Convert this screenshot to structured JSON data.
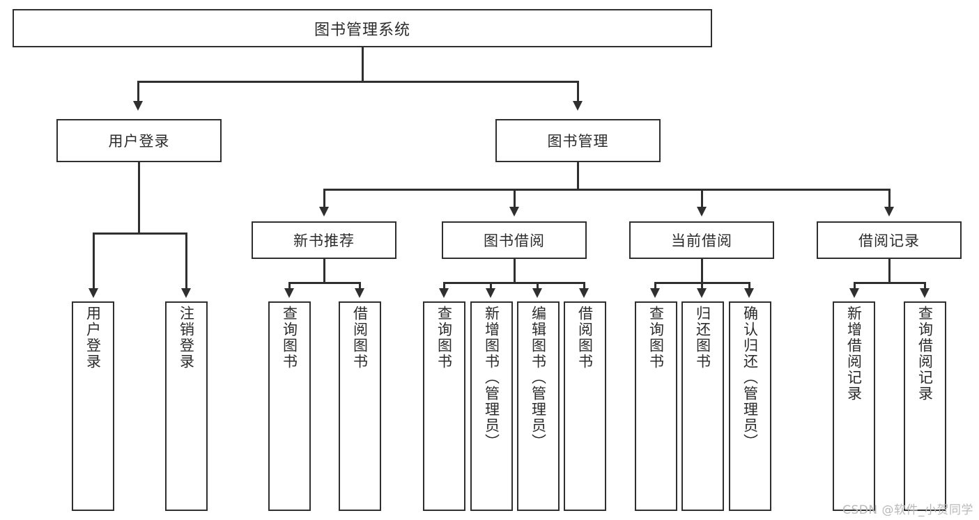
{
  "diagram": {
    "title": "图书管理系统",
    "type": "tree-hierarchy-chart",
    "watermark": "CSDN @软件_小贺同学",
    "colors": {
      "border": "#2f2f2f",
      "box_fill": "#ffffff",
      "text": "#2b2b2b",
      "background": "#ffffff",
      "watermark": "#b9b9b9"
    },
    "root": {
      "label": "图书管理系统"
    },
    "level2": [
      {
        "label": "用户登录"
      },
      {
        "label": "图书管理"
      }
    ],
    "level3": [
      {
        "label": "新书推荐"
      },
      {
        "label": "图书借阅"
      },
      {
        "label": "当前借阅"
      },
      {
        "label": "借阅记录"
      }
    ],
    "leaves": {
      "user_login": [
        {
          "label": "用户登录"
        },
        {
          "label": "注销登录"
        }
      ],
      "new_book_recommend": [
        {
          "label": "查询图书"
        },
        {
          "label": "借阅图书"
        }
      ],
      "book_borrow": [
        {
          "label": "查询图书"
        },
        {
          "label": "新增图书（管理员）"
        },
        {
          "label": "编辑图书（管理员）"
        },
        {
          "label": "借阅图书"
        }
      ],
      "current_borrow": [
        {
          "label": "查询图书"
        },
        {
          "label": "归还图书"
        },
        {
          "label": "确认归还（管理员）"
        }
      ],
      "borrow_record": [
        {
          "label": "新增借阅记录"
        },
        {
          "label": "查询借阅记录"
        }
      ]
    }
  }
}
